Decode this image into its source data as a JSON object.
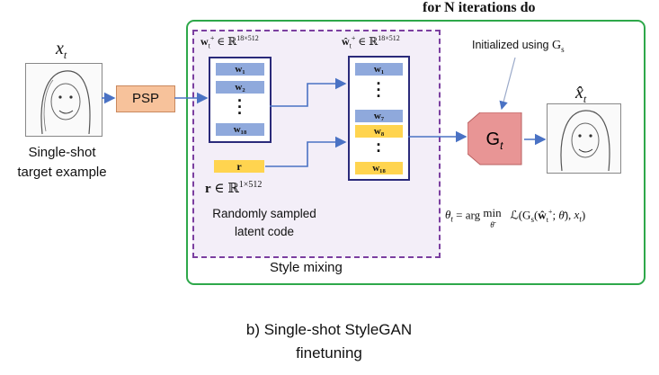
{
  "loop_label": "for N iterations do",
  "input": {
    "symbol": "x_t",
    "caption_line1": "Single-shot",
    "caption_line2": "target example"
  },
  "psp_label": "PSP",
  "inverted_code": {
    "label": "w_t^+ ∈ ℝ^(18×512)",
    "rows": [
      "w₁",
      "w₂",
      "w₁₈"
    ]
  },
  "mixed_code": {
    "label": "ŵ_t^+ ∈ ℝ^(18×512)",
    "rows": [
      "w₁",
      "w₇",
      "w₈",
      "w₁₈"
    ]
  },
  "random_code": {
    "box_label": "r",
    "label": "r ∈ ℝ^(1×512)",
    "caption_line1": "Randomly sampled",
    "caption_line2": "latent code"
  },
  "style_mixing_label": "Style mixing",
  "generator": {
    "label": "G_t",
    "init_note": "Initialized using G_s"
  },
  "output_symbol": "x̂_t",
  "objective": "θ_t = arg min_θ̄  ℒ(G_s(ŵ_t^+; θ̄), x_t)",
  "caption_line1": "b) Single-shot StyleGAN",
  "caption_line2": "finetuning",
  "colors": {
    "loop_border": "#2ea84a",
    "mix_border": "#7b3fa0",
    "mix_fill": "#f3eef8",
    "psp_fill": "#f7c29b",
    "generator_fill": "#e89595",
    "arrow": "#4a72c4",
    "blue_cell": "#8fa9dc",
    "gold_cell": "#ffd44f",
    "column_border": "#2a2a7a"
  }
}
